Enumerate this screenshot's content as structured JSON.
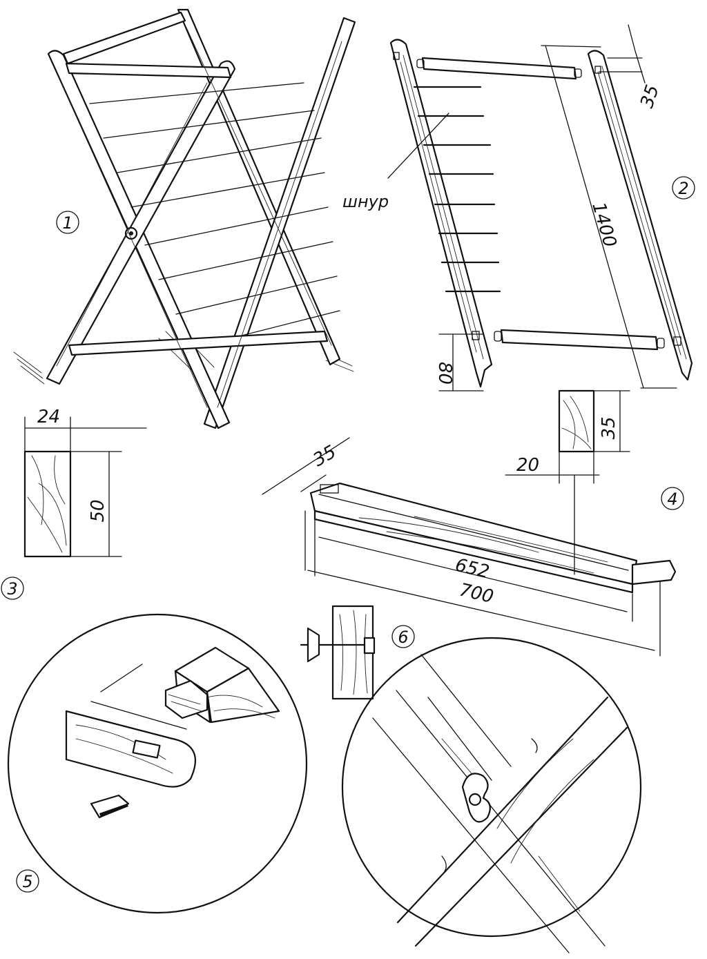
{
  "callouts": {
    "fig1": "1",
    "fig2": "2",
    "fig3": "3",
    "fig4": "4",
    "fig5": "5",
    "fig6": "6"
  },
  "labels": {
    "cord": "шнур"
  },
  "dimensions": {
    "fig2_top": "35",
    "fig2_length": "1400",
    "fig2_bottom": "80",
    "fig3_width": "24",
    "fig3_height": "50",
    "fig4_tenon": "35",
    "fig4_section_height": "35",
    "fig4_section_width": "20",
    "fig4_inner": "652",
    "fig4_total": "700"
  }
}
